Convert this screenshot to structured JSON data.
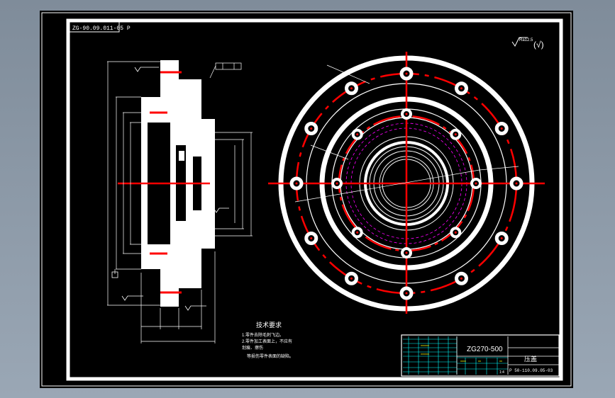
{
  "drawing": {
    "corner_code": "ZG-90.09.011-05 P",
    "surface_symbol": "Ra12.5",
    "surface_other": "(√)",
    "tech_requirements": {
      "title": "技术要求",
      "lines": [
        "1.零件去除毛刺飞边。",
        "2.零件加工表面上，不应有",
        "划痕、擦伤",
        "等损伤零件表面的缺陷。"
      ]
    },
    "title_block": {
      "model": "ZG270-500",
      "part_name": "压盖",
      "drawing_no": "P 50-110.09.05-03",
      "scale": "1:4"
    }
  },
  "colors": {
    "background": "#000000",
    "line": "#ffffff",
    "center": "#ff0000",
    "hidden": "#ff00ff",
    "title_cyan": "#00ffff",
    "title_yellow": "#ffff00"
  }
}
